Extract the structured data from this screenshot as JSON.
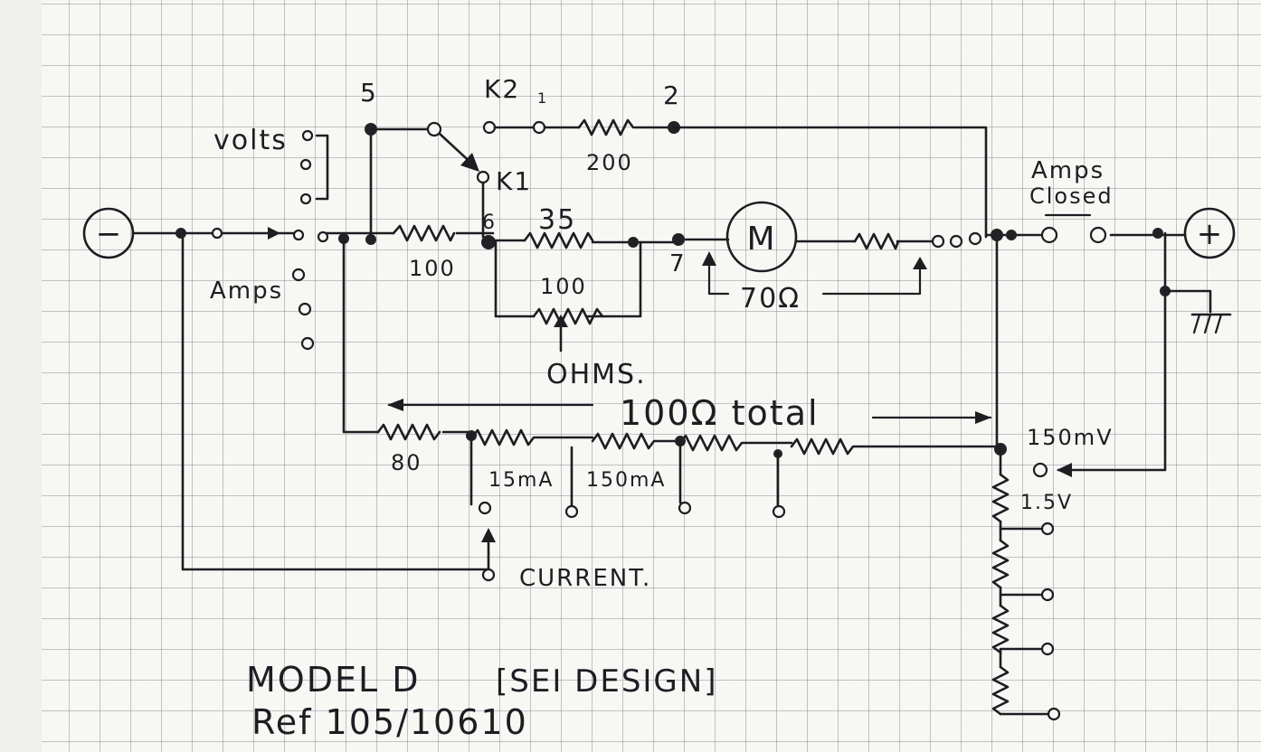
{
  "labels": {
    "volts": "volts",
    "amps_sel": "Amps",
    "node5": "5",
    "k2": "K2",
    "k2_pin": "1",
    "node2": "2",
    "r200": "200",
    "k1": "K1",
    "node6": "6",
    "r35": "35",
    "r100a": "100",
    "r100b": "100",
    "ohms": "OHMS.",
    "node7": "7",
    "meter": "M",
    "r70": "70Ω",
    "amps_closed_1": "Amps",
    "amps_closed_2": "Closed",
    "neg": "−",
    "pos": "+",
    "total": "100Ω total",
    "r80": "80",
    "i15": "15mA",
    "i150": "150mA",
    "mv150": "150mV",
    "v15": "1.5V",
    "current": "CURRENT.",
    "title1": "MODEL D",
    "title2": "[SEI DESIGN]",
    "ref": "Ref 105/10610"
  }
}
